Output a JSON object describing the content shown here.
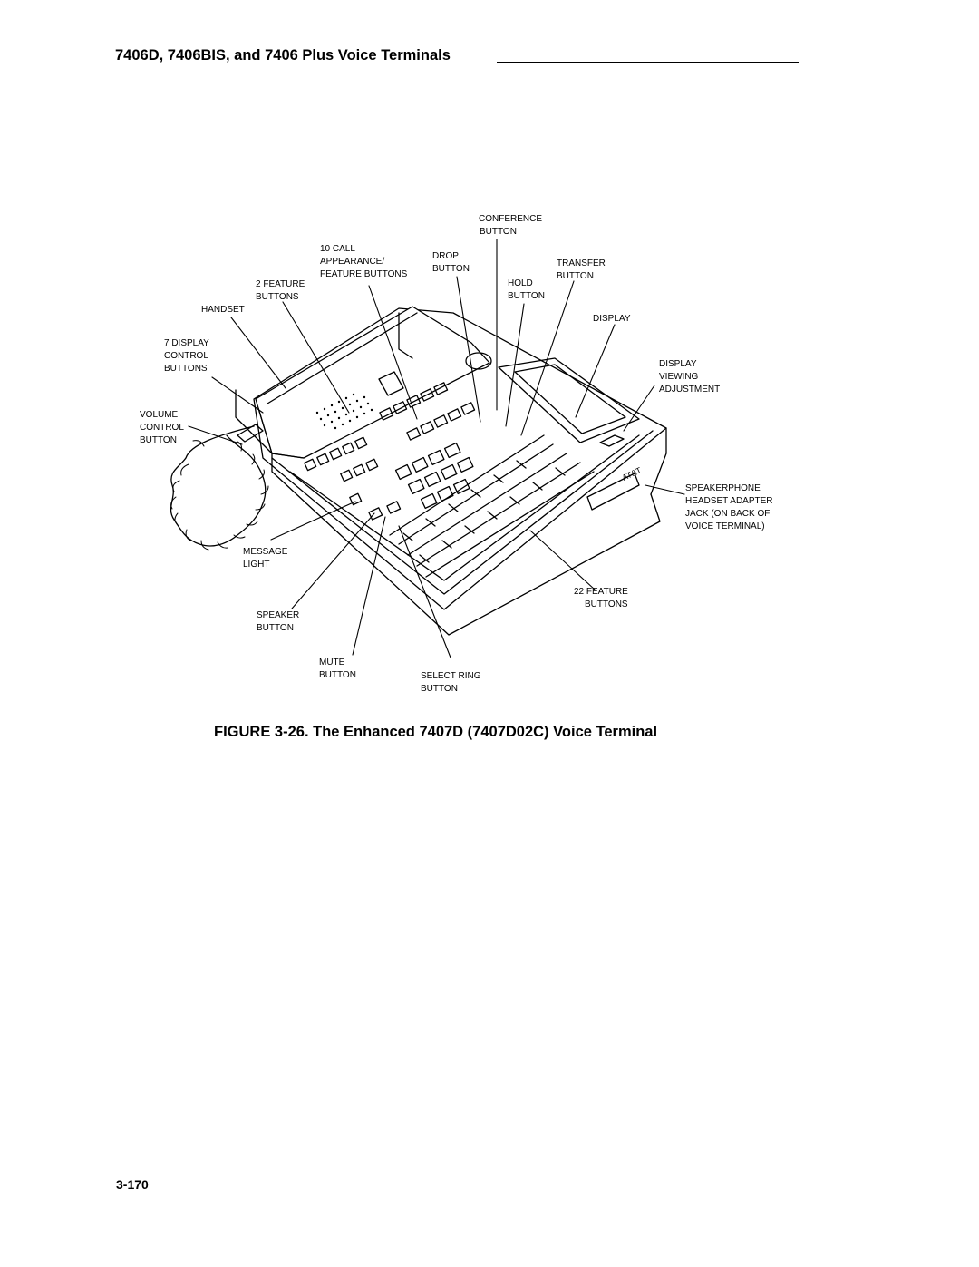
{
  "header": {
    "title": "7406D, 7406BIS, and 7406 Plus Voice Terminals"
  },
  "figure": {
    "caption": "FIGURE 3-26. The Enhanced 7407D (7407D02C) Voice Terminal",
    "brand": "AT&T",
    "callouts": [
      {
        "id": "conference",
        "lines": [
          "CONFERENCE",
          "BUTTON"
        ]
      },
      {
        "id": "call-appearance",
        "lines": [
          "10 CALL",
          "APPEARANCE/",
          "FEATURE BUTTONS"
        ]
      },
      {
        "id": "drop",
        "lines": [
          "DROP",
          "BUTTON"
        ]
      },
      {
        "id": "transfer",
        "lines": [
          "TRANSFER",
          "BUTTON"
        ]
      },
      {
        "id": "two-feature",
        "lines": [
          "2 FEATURE",
          "BUTTONS"
        ]
      },
      {
        "id": "hold",
        "lines": [
          "HOLD",
          "BUTTON"
        ]
      },
      {
        "id": "handset",
        "lines": [
          "HANDSET"
        ]
      },
      {
        "id": "display",
        "lines": [
          "DISPLAY"
        ]
      },
      {
        "id": "display-control",
        "lines": [
          "7 DISPLAY",
          "CONTROL",
          "BUTTONS"
        ]
      },
      {
        "id": "display-viewing",
        "lines": [
          "DISPLAY",
          "VIEWING",
          "ADJUSTMENT"
        ]
      },
      {
        "id": "volume",
        "lines": [
          "VOLUME",
          "CONTROL",
          "BUTTON"
        ]
      },
      {
        "id": "speakerphone",
        "lines": [
          "SPEAKERPHONE",
          "HEADSET ADAPTER",
          "JACK (ON BACK OF",
          "VOICE TERMINAL)"
        ]
      },
      {
        "id": "message-light",
        "lines": [
          "MESSAGE",
          "LIGHT"
        ]
      },
      {
        "id": "twentytwo-feature",
        "lines": [
          "22 FEATURE",
          "BUTTONS"
        ]
      },
      {
        "id": "speaker",
        "lines": [
          "SPEAKER",
          "BUTTON"
        ]
      },
      {
        "id": "mute",
        "lines": [
          "MUTE",
          "BUTTON"
        ]
      },
      {
        "id": "select-ring",
        "lines": [
          "SELECT RING",
          "BUTTON"
        ]
      }
    ]
  },
  "footer": {
    "page_number": "3-170"
  }
}
